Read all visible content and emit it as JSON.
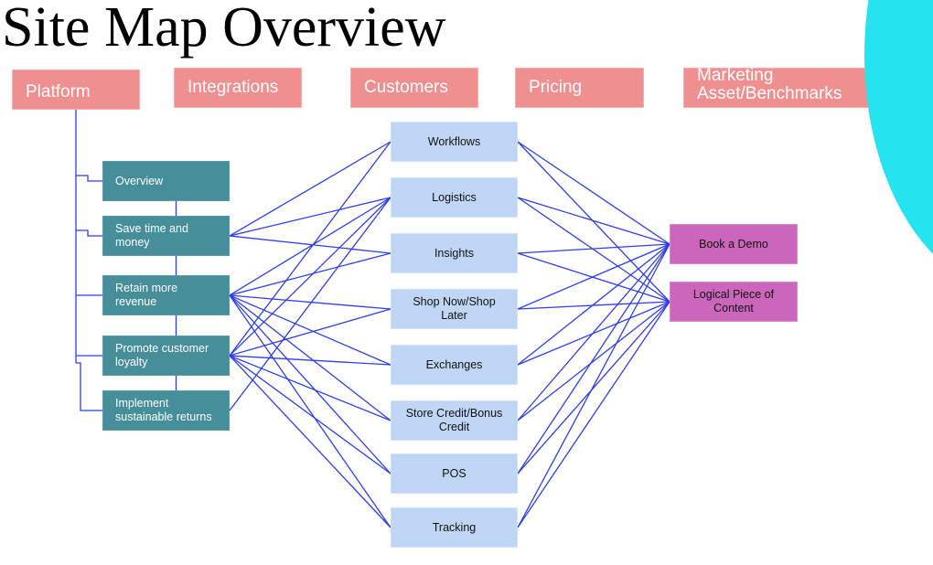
{
  "title": "Site Map Overview",
  "colors": {
    "top_nav": "#ef8f8f",
    "platform_children": "#468e99",
    "customer_nodes": "#c0d6f5",
    "cta_nodes": "#cc66bb",
    "connector": "#2f3fe6",
    "accent_circle": "#25e4f0"
  },
  "top_nav": [
    {
      "id": "platform",
      "label": "Platform"
    },
    {
      "id": "integrations",
      "label": "Integrations"
    },
    {
      "id": "customers",
      "label": "Customers"
    },
    {
      "id": "pricing",
      "label": "Pricing"
    },
    {
      "id": "marketing",
      "label": "Marketing Asset/Benchmarks"
    }
  ],
  "platform_children": [
    {
      "id": "overview",
      "label": "Overview"
    },
    {
      "id": "save",
      "label": "Save time and money"
    },
    {
      "id": "retain",
      "label": "Retain more revenue"
    },
    {
      "id": "promote",
      "label": "Promote customer loyalty"
    },
    {
      "id": "implement",
      "label": "Implement sustainable returns"
    }
  ],
  "customer_nodes": [
    {
      "id": "workflows",
      "label": "Workflows"
    },
    {
      "id": "logistics",
      "label": "Logistics"
    },
    {
      "id": "insights",
      "label": "Insights"
    },
    {
      "id": "shopnow",
      "label": "Shop Now/Shop Later"
    },
    {
      "id": "exchanges",
      "label": "Exchanges"
    },
    {
      "id": "storecredit",
      "label": "Store Credit/Bonus Credit"
    },
    {
      "id": "pos",
      "label": "POS"
    },
    {
      "id": "tracking",
      "label": "Tracking"
    }
  ],
  "cta_nodes": [
    {
      "id": "demo",
      "label": "Book a Demo"
    },
    {
      "id": "content",
      "label": "Logical Piece of Content"
    }
  ],
  "edges_left_to_middle": [
    [
      "save",
      "workflows"
    ],
    [
      "save",
      "logistics"
    ],
    [
      "save",
      "insights"
    ],
    [
      "retain",
      "logistics"
    ],
    [
      "retain",
      "shopnow"
    ],
    [
      "retain",
      "exchanges"
    ],
    [
      "retain",
      "storecredit"
    ],
    [
      "retain",
      "pos"
    ],
    [
      "retain",
      "tracking"
    ],
    [
      "retain",
      "insights"
    ],
    [
      "promote",
      "workflows"
    ],
    [
      "promote",
      "logistics"
    ],
    [
      "promote",
      "shopnow"
    ],
    [
      "promote",
      "exchanges"
    ],
    [
      "promote",
      "storecredit"
    ],
    [
      "promote",
      "pos"
    ],
    [
      "promote",
      "tracking"
    ],
    [
      "implement",
      "logistics"
    ]
  ],
  "edges_middle_to_right": [
    [
      "workflows",
      "demo"
    ],
    [
      "workflows",
      "content"
    ],
    [
      "logistics",
      "demo"
    ],
    [
      "logistics",
      "content"
    ],
    [
      "insights",
      "demo"
    ],
    [
      "insights",
      "content"
    ],
    [
      "shopnow",
      "demo"
    ],
    [
      "shopnow",
      "content"
    ],
    [
      "exchanges",
      "demo"
    ],
    [
      "exchanges",
      "content"
    ],
    [
      "storecredit",
      "demo"
    ],
    [
      "storecredit",
      "content"
    ],
    [
      "pos",
      "demo"
    ],
    [
      "pos",
      "content"
    ],
    [
      "tracking",
      "demo"
    ],
    [
      "tracking",
      "content"
    ]
  ]
}
